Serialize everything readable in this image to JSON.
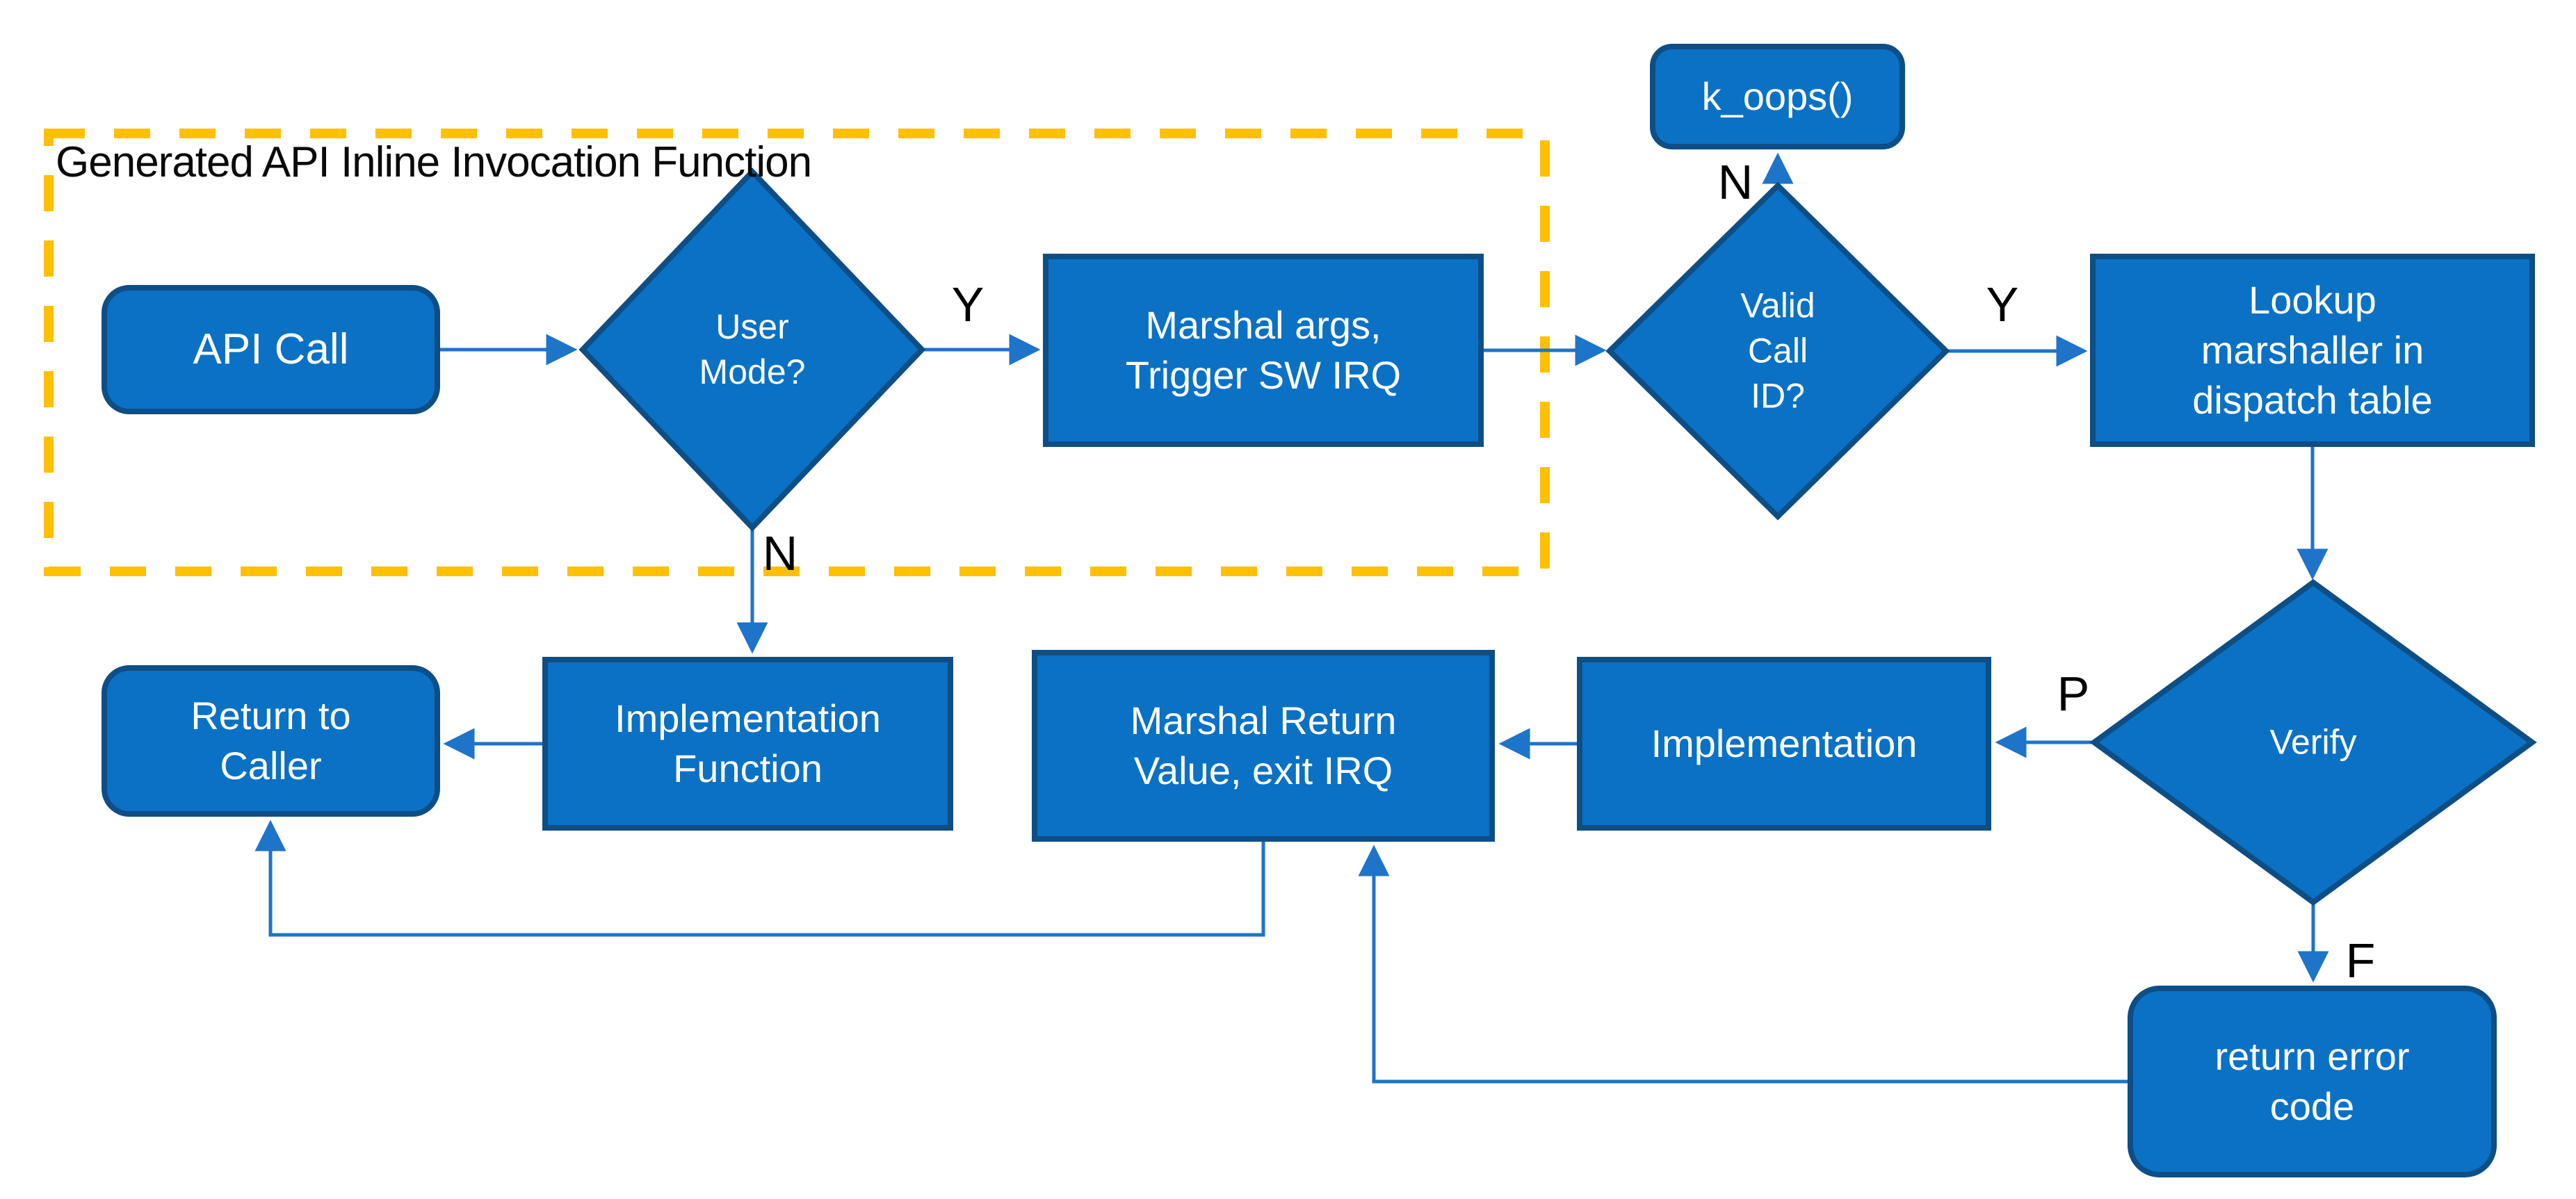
{
  "diagram": {
    "group_title": "Generated API Inline Invocation Function",
    "nodes": {
      "api_call": {
        "label": "API Call",
        "shape": "rounded-rect"
      },
      "user_mode": {
        "label": "User\nMode?",
        "shape": "diamond"
      },
      "marshal_args": {
        "label": "Marshal args,\nTrigger SW IRQ",
        "shape": "rect"
      },
      "k_oops": {
        "label": "k_oops()",
        "shape": "rounded-rect"
      },
      "valid_call_id": {
        "label": "Valid\nCall\nID?",
        "shape": "diamond"
      },
      "lookup": {
        "label": "Lookup\nmarshaller in\ndispatch table",
        "shape": "rect"
      },
      "verify": {
        "label": "Verify",
        "shape": "diamond"
      },
      "implementation": {
        "label": "Implementation",
        "shape": "rect"
      },
      "marshal_return": {
        "label": "Marshal Return\nValue, exit IRQ",
        "shape": "rect"
      },
      "impl_function": {
        "label": "Implementation\nFunction",
        "shape": "rect"
      },
      "return_caller": {
        "label": "Return to\nCaller",
        "shape": "rounded-rect"
      },
      "return_error": {
        "label": "return error\ncode",
        "shape": "rounded-rect"
      }
    },
    "edge_labels": {
      "user_mode_yes": "Y",
      "user_mode_no": "N",
      "valid_call_no": "N",
      "valid_call_yes": "Y",
      "verify_pass": "P",
      "verify_fail": "F"
    },
    "colors": {
      "node_fill": "#0a71c5",
      "node_border": "#0e4e85",
      "connector": "#1e74c9",
      "group_border": "#ffc000",
      "node_text": "#ffffff",
      "label_text": "#000000",
      "background": "#ffffff"
    }
  }
}
